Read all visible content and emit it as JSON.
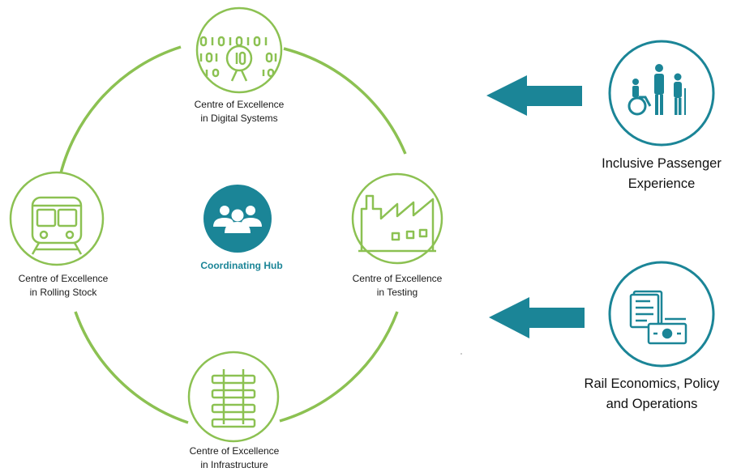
{
  "colors": {
    "green": "#8cc152",
    "teal": "#1b8597",
    "text": "#1a1a1a"
  },
  "hub": {
    "label": "Coordinating Hub",
    "icon": "people-group-icon"
  },
  "centres": {
    "digital": {
      "line1": "Centre of Excellence",
      "line2": "in Digital Systems",
      "icon": "binary-code-magnifier-icon"
    },
    "testing": {
      "line1": "Centre of Excellence",
      "line2": "in Testing",
      "icon": "factory-icon"
    },
    "infrastructure": {
      "line1": "Centre of Excellence",
      "line2": "in Infrastructure",
      "icon": "rail-track-icon"
    },
    "rolling_stock": {
      "line1": "Centre of Excellence",
      "line2": "in Rolling Stock",
      "icon": "train-icon"
    }
  },
  "themes": {
    "passenger": {
      "line1": "Inclusive Passenger",
      "line2": "Experience",
      "icon": "accessible-family-icon"
    },
    "economics": {
      "line1": "Rail Economics, Policy",
      "line2": "and Operations",
      "icon": "documents-money-icon"
    }
  }
}
